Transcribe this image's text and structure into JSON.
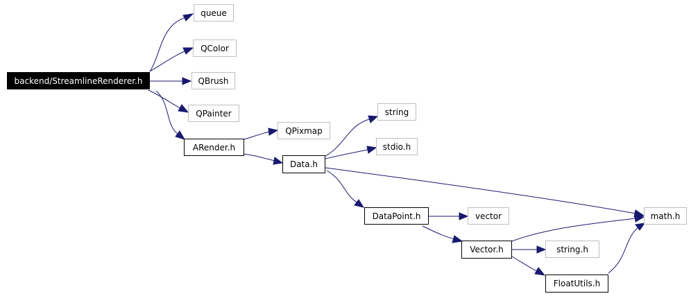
{
  "graph": {
    "edge_color": "#191970",
    "nodes": {
      "streamline": {
        "label": "backend/StreamlineRenderer.h",
        "kind": "root"
      },
      "queue": {
        "label": "queue",
        "kind": "external"
      },
      "qcolor": {
        "label": "QColor",
        "kind": "external"
      },
      "qbrush": {
        "label": "QBrush",
        "kind": "external"
      },
      "qpainter": {
        "label": "QPainter",
        "kind": "external"
      },
      "arender": {
        "label": "ARender.h",
        "kind": "project"
      },
      "qpixmap": {
        "label": "QPixmap",
        "kind": "external"
      },
      "data": {
        "label": "Data.h",
        "kind": "project"
      },
      "string": {
        "label": "string",
        "kind": "external"
      },
      "stdio": {
        "label": "stdio.h",
        "kind": "external"
      },
      "datapoint": {
        "label": "DataPoint.h",
        "kind": "project"
      },
      "vector": {
        "label": "vector",
        "kind": "external"
      },
      "mathh": {
        "label": "math.h",
        "kind": "external"
      },
      "vectorh": {
        "label": "Vector.h",
        "kind": "project"
      },
      "stringh": {
        "label": "string.h",
        "kind": "external"
      },
      "floatutils": {
        "label": "FloatUtils.h",
        "kind": "project"
      }
    },
    "edges": [
      {
        "from": "backend/StreamlineRenderer.h",
        "to": "queue"
      },
      {
        "from": "backend/StreamlineRenderer.h",
        "to": "QColor"
      },
      {
        "from": "backend/StreamlineRenderer.h",
        "to": "QBrush"
      },
      {
        "from": "backend/StreamlineRenderer.h",
        "to": "QPainter"
      },
      {
        "from": "backend/StreamlineRenderer.h",
        "to": "ARender.h"
      },
      {
        "from": "ARender.h",
        "to": "QPixmap"
      },
      {
        "from": "ARender.h",
        "to": "Data.h"
      },
      {
        "from": "Data.h",
        "to": "string"
      },
      {
        "from": "Data.h",
        "to": "stdio.h"
      },
      {
        "from": "Data.h",
        "to": "math.h"
      },
      {
        "from": "Data.h",
        "to": "DataPoint.h"
      },
      {
        "from": "DataPoint.h",
        "to": "vector"
      },
      {
        "from": "DataPoint.h",
        "to": "Vector.h"
      },
      {
        "from": "Vector.h",
        "to": "math.h"
      },
      {
        "from": "Vector.h",
        "to": "string.h"
      },
      {
        "from": "Vector.h",
        "to": "FloatUtils.h"
      },
      {
        "from": "FloatUtils.h",
        "to": "math.h"
      }
    ]
  }
}
